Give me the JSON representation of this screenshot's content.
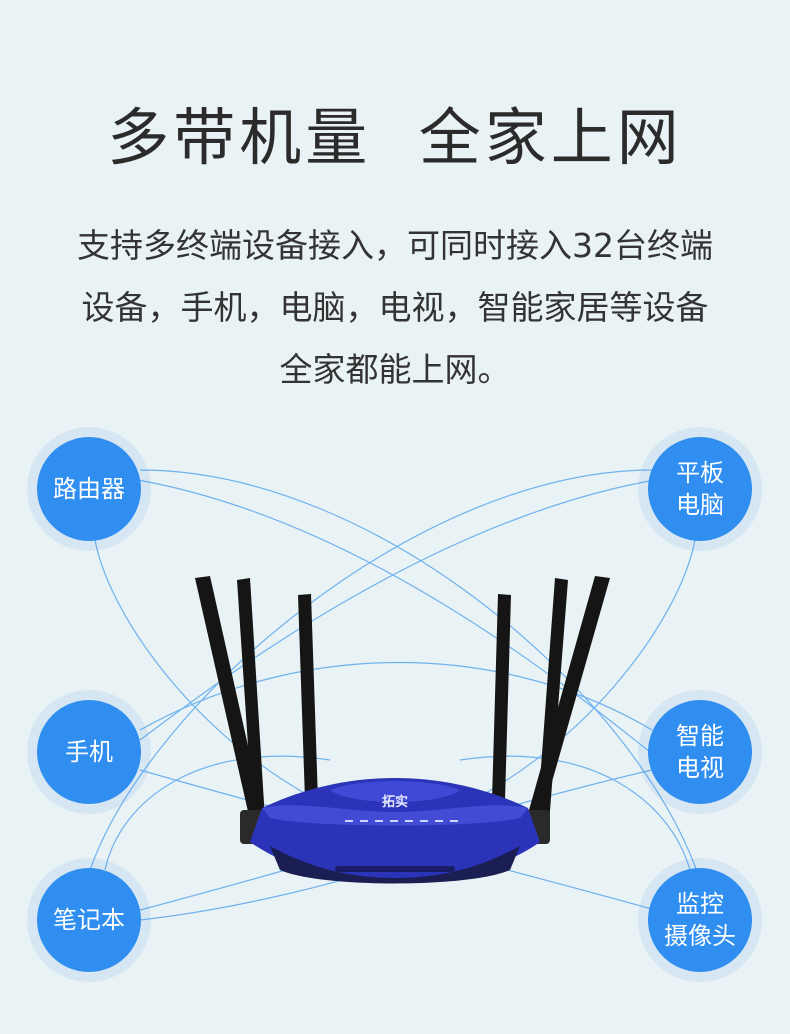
{
  "title": "多带机量  全家上网",
  "description": {
    "line1": "支持多终端设备接入，可同时接入32台终端",
    "line2": "设备，手机，电脑，电视，智能家居等设备",
    "line3": "全家都能上网。"
  },
  "devices": {
    "router": {
      "line1": "路由器",
      "line2": ""
    },
    "tablet": {
      "line1": "平板",
      "line2": "电脑"
    },
    "phone": {
      "line1": "手机",
      "line2": ""
    },
    "smart_tv": {
      "line1": "智能",
      "line2": "电视"
    },
    "laptop": {
      "line1": "笔记本",
      "line2": ""
    },
    "camera": {
      "line1": "监控",
      "line2": "摄像头"
    }
  },
  "router_brand": "拓实",
  "colors": {
    "background": "#e9f2f4",
    "circle": "#2f8ef0",
    "line": "#5aa7ee",
    "router_body": "#2b33b8"
  }
}
